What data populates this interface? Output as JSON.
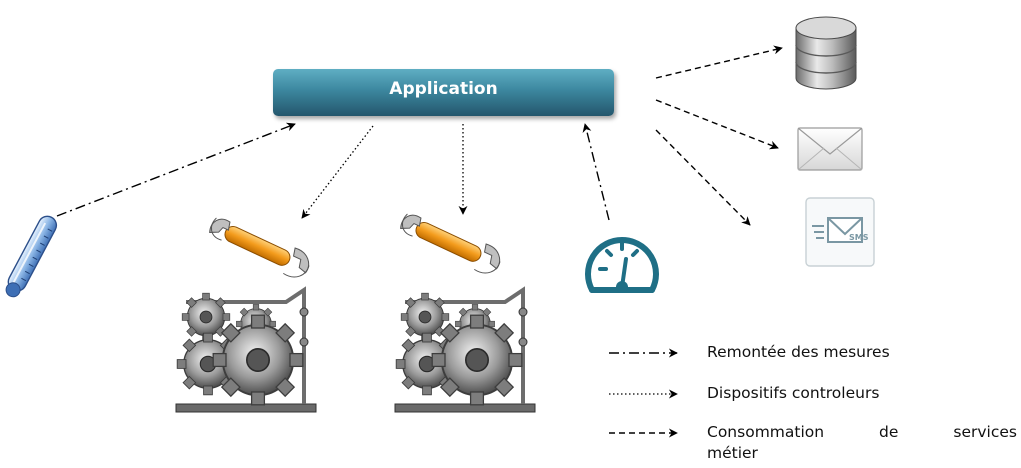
{
  "app": {
    "label": "Application"
  },
  "legend": [
    {
      "style": "dash-dot",
      "label": "Remontée des mesures"
    },
    {
      "style": "dotted",
      "label": "Dispositifs controleurs"
    },
    {
      "style": "dashed",
      "label": "Consommation de services",
      "label_line2": "métier"
    }
  ],
  "icons": {
    "sensor": "thermometer-icon",
    "actuators": [
      "wrench-icon",
      "gears-icon"
    ],
    "meter": "gauge-icon",
    "outputs": [
      "database-icon",
      "envelope-icon",
      "sms-icon"
    ]
  },
  "sms_icon_text": "SMS",
  "colors": {
    "app_gradient_top": "#5faec3",
    "app_gradient_bottom": "#24566c",
    "gauge": "#1f6f86",
    "wrench": "#f39b1c",
    "arrow": "#000000"
  }
}
